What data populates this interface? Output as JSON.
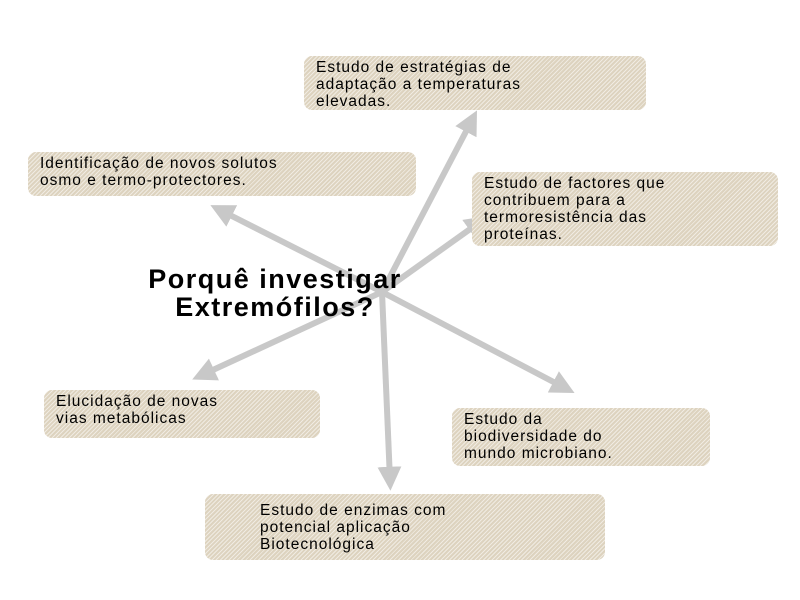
{
  "title": {
    "line1": "Porquê investigar",
    "line2": "Extremófilos?"
  },
  "boxes": {
    "adaptation": {
      "line1": "Estudo de estratégias de",
      "line2": "adaptação a temperaturas",
      "line3": "elevadas."
    },
    "solutes": {
      "line1": "Identificação de novos solutos",
      "line2": "osmo e termo-protectores."
    },
    "proteins": {
      "line1": "Estudo de factores que",
      "line2": "contribuem para a",
      "line3": "termoresistência das",
      "line4": "proteínas."
    },
    "metabolic": {
      "line1": "Elucidação de novas",
      "line2": "vias metabólicas"
    },
    "biodiversity": {
      "line1": "Estudo da",
      "line2": "biodiversidade do",
      "line3": "mundo microbiano."
    },
    "enzymes": {
      "line1": "Estudo de enzimas com",
      "line2": "potencial aplicação",
      "line3": "Biotecnológica"
    }
  },
  "colors": {
    "arrow": "#c8c8c8",
    "box_fill": "#ddd3bf",
    "text": "#000000"
  }
}
